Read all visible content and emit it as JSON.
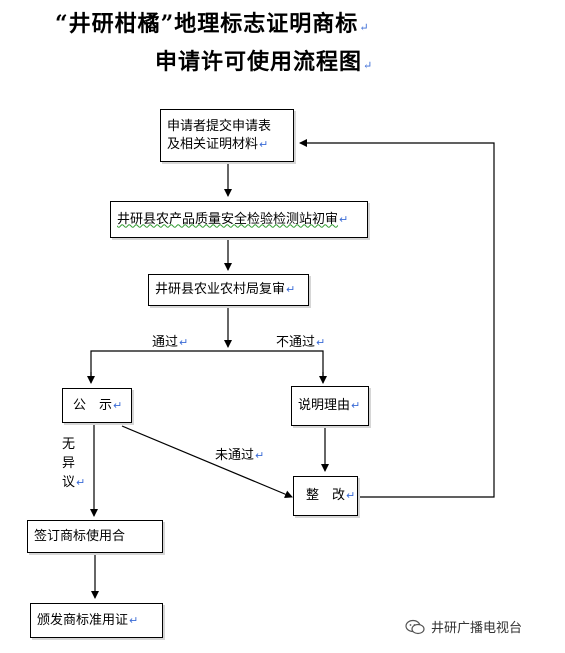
{
  "title": {
    "line1": "“井研柑橘”地理标志证明商标",
    "line2": "申请许可使用流程图"
  },
  "nodes": {
    "submit": {
      "line1": "申请者提交申请表",
      "line2": "及相关证明材料"
    },
    "inspect": "井研县农产品质量安全检验检测站初审",
    "review": "井研县农业农村局复审",
    "publicity": "公　示",
    "explain": "说明理由",
    "rectify": "整　改",
    "sign": "签订商标使用合",
    "issue": "颁发商标准用证"
  },
  "labels": {
    "pass": "通过",
    "fail": "不通过",
    "no_objection": [
      "无",
      "异",
      "议"
    ],
    "not_pass": "未通过"
  },
  "watermark": {
    "text": "井研广播电视台",
    "icon": "wechat-icon"
  },
  "paragraph_mark": "↵"
}
